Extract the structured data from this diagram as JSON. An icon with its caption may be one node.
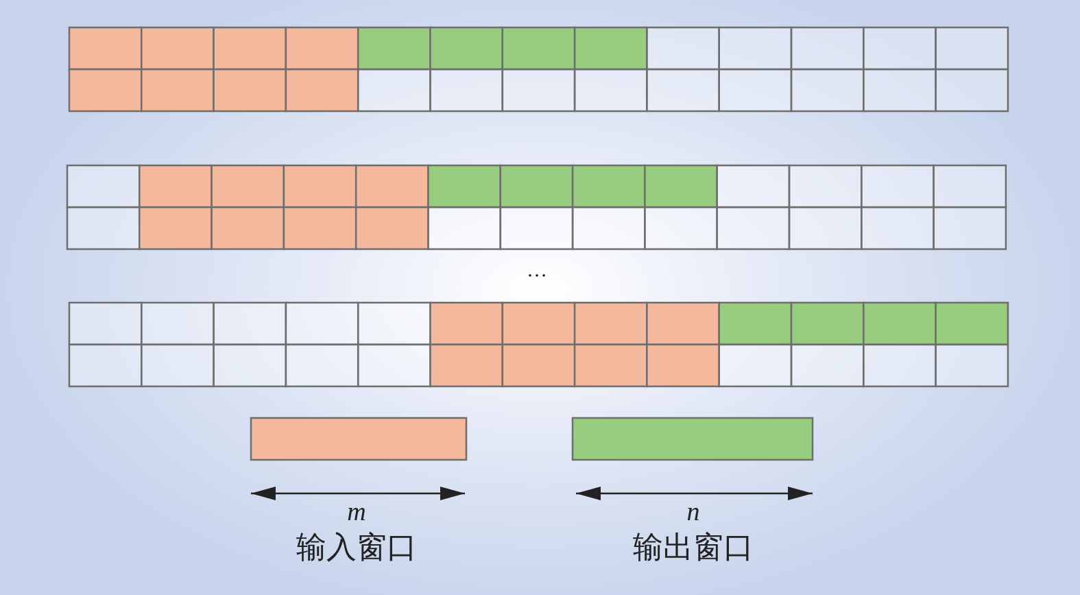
{
  "diagram": {
    "labels": [
      "…",
      "m",
      "n"
    ],
    "legend": [
      {
        "text": "输入窗口",
        "color": "#f4b89c"
      },
      {
        "text": "输出窗口",
        "color": "#98cd80"
      }
    ]
  }
}
